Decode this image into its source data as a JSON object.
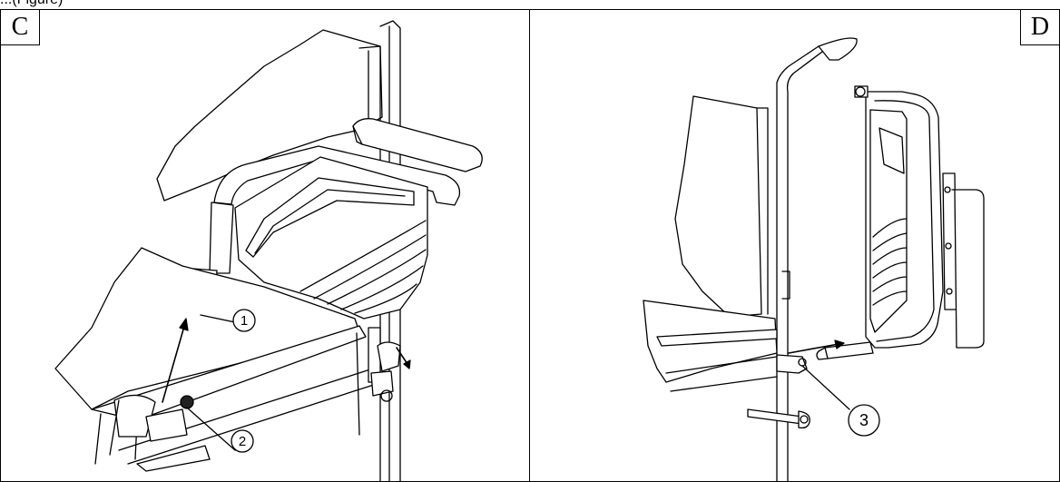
{
  "header": {
    "text": "...(Figure)"
  },
  "panels": [
    {
      "label": "C",
      "callouts": [
        "1",
        "2"
      ]
    },
    {
      "label": "D",
      "callouts": [
        "3"
      ]
    }
  ]
}
